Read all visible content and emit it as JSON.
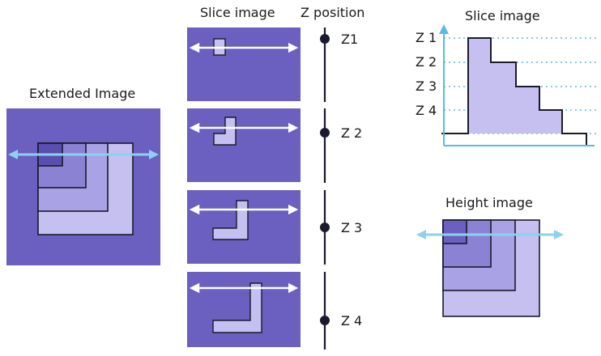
{
  "labels": {
    "extended_image": "Extended Image",
    "slice_image_column": "Slice image",
    "z_position": "Z position",
    "slice_image_graph": "Slice image",
    "height_image": "Height image"
  },
  "z_positions": [
    "Z1",
    "Z 2",
    "Z 3",
    "Z 4"
  ],
  "graph_levels": [
    "Z 1",
    "Z 2",
    "Z 3",
    "Z 4"
  ],
  "colors": {
    "panel": "#6b5fbf",
    "level_1": "#7b70c8",
    "level_2": "#8c82d4",
    "level_3": "#a9a2e4",
    "level_4": "#c5c0f0",
    "scan_line": "#8fd0f0",
    "slice_arrow": "#ffffff",
    "axis": "#5bb8e8"
  }
}
